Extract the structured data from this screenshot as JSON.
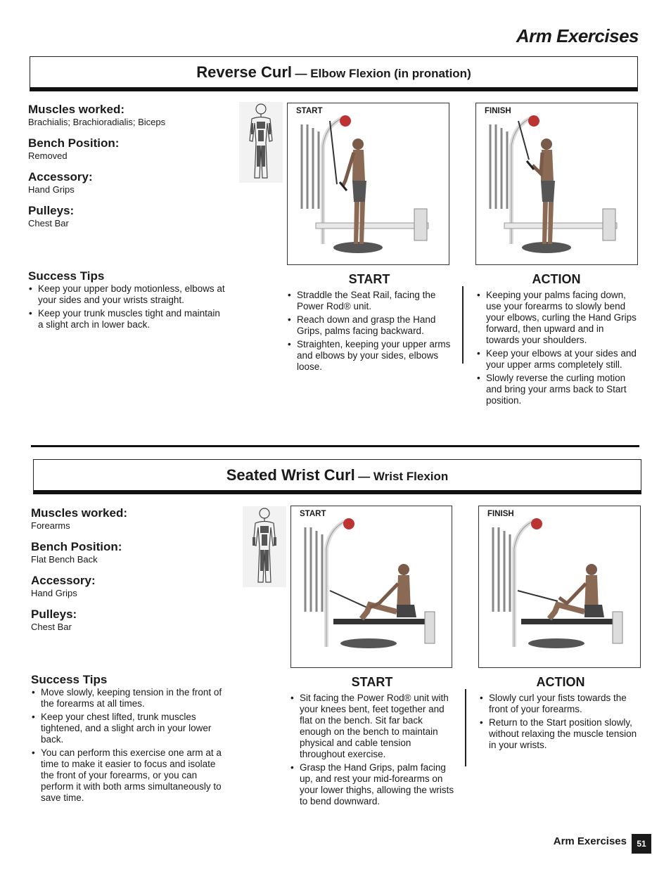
{
  "page": {
    "title": "Arm Exercises",
    "footer_label": "Arm Exercises",
    "page_number": "51"
  },
  "section1": {
    "title": "Reverse Curl",
    "subtitle": "— Elbow Flexion (in pronation)",
    "muscles_label": "Muscles worked:",
    "muscles": "Brachialis; Brachioradialis; Biceps",
    "bench_label": "Bench Position:",
    "bench": "Removed",
    "accessory_label": "Accessory:",
    "accessory": "Hand Grips",
    "pulleys_label": "Pulleys:",
    "pulleys": "Chest Bar",
    "tips_label": "Success Tips",
    "tips": [
      "Keep your upper body motionless, elbows at your sides and your wrists straight.",
      "Keep your trunk muscles tight and maintain a slight arch in lower back."
    ],
    "photo_start_tag": "START",
    "photo_finish_tag": "FINISH",
    "start_heading": "START",
    "start_steps": [
      "Straddle the Seat Rail, facing the Power Rod® unit.",
      "Reach down and grasp the Hand Grips, palms facing backward.",
      "Straighten, keeping your upper arms and elbows by your sides, elbows loose."
    ],
    "action_heading": "ACTION",
    "action_steps": [
      "Keeping your palms facing down, use your forearms to slowly bend your elbows, curling the Hand Grips forward, then upward and in towards your shoulders.",
      "Keep your elbows at your sides and your upper arms completely still.",
      "Slowly reverse the curling motion and bring your arms back to Start position."
    ]
  },
  "section2": {
    "title": "Seated Wrist Curl",
    "subtitle": "— Wrist Flexion",
    "muscles_label": "Muscles worked:",
    "muscles": "Forearms",
    "bench_label": "Bench Position:",
    "bench": "Flat Bench Back",
    "accessory_label": "Accessory:",
    "accessory": "Hand Grips",
    "pulleys_label": "Pulleys:",
    "pulleys": "Chest Bar",
    "tips_label": "Success Tips",
    "tips": [
      "Move slowly, keeping tension in the front of the forearms at all times.",
      "Keep your chest lifted, trunk muscles tightened, and a slight arch in your lower back.",
      "You can perform this exercise one arm at a time to make it easier to focus and isolate the front of your forearms, or you can perform it with both arms simultaneously to save time."
    ],
    "photo_start_tag": "START",
    "photo_finish_tag": "FINISH",
    "start_heading": "START",
    "start_steps": [
      "Sit facing the Power Rod® unit with your knees bent, feet together and flat on the bench. Sit far back enough on the bench to maintain physical and cable tension throughout exercise.",
      "Grasp the Hand Grips, palm facing up, and rest your mid-forearms on your lower thighs, allowing the wrists to bend downward."
    ],
    "action_heading": "ACTION",
    "action_steps": [
      "Slowly curl your fists towards the front of your forearms.",
      "Return to the Start position slowly, without relaxing the muscle tension in your wrists."
    ]
  }
}
